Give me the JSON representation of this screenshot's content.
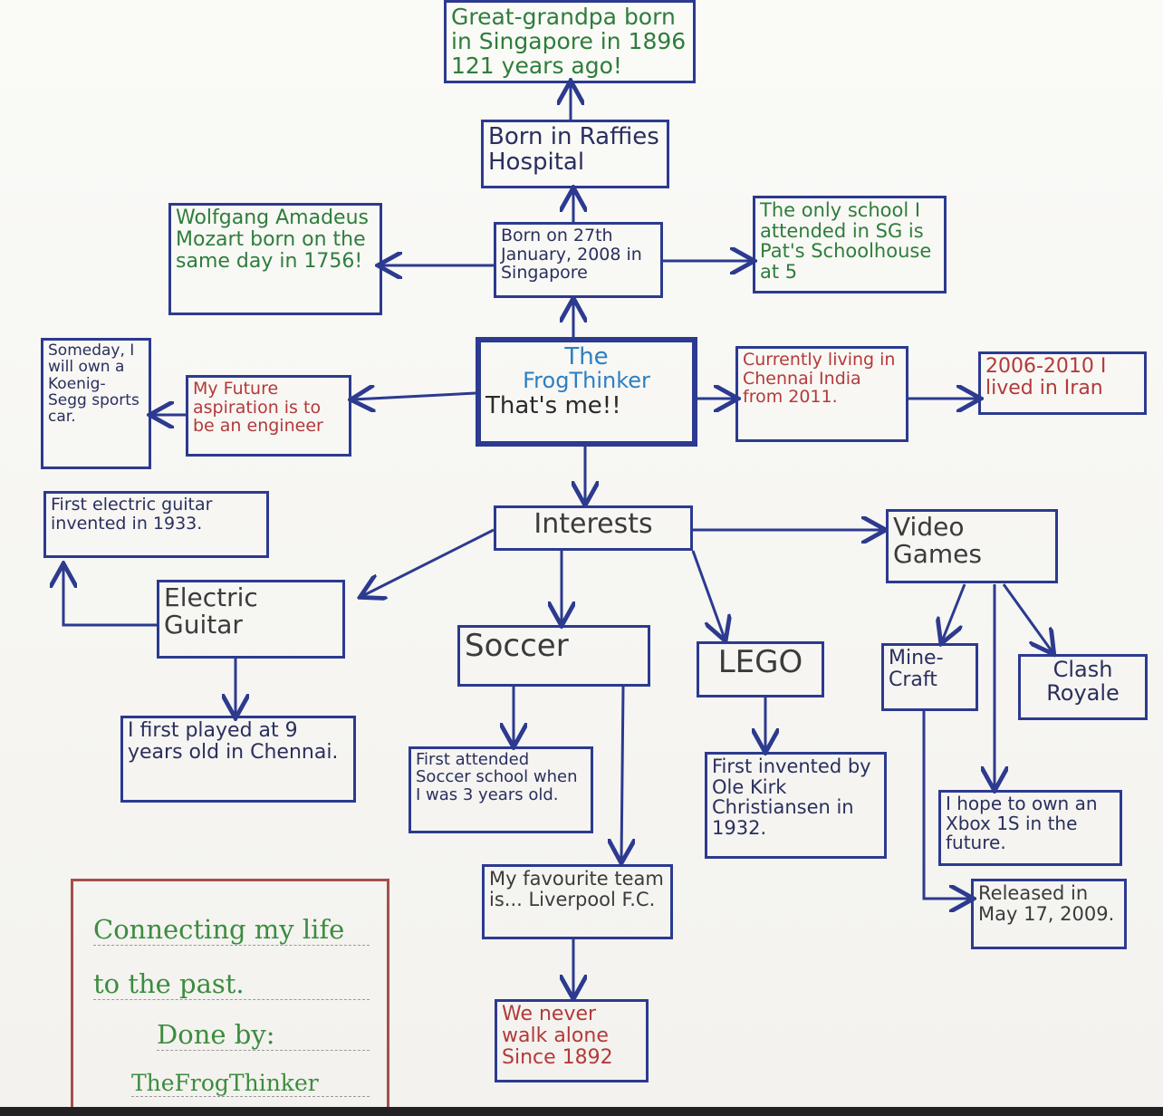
{
  "diagram": {
    "center": {
      "line1": "The",
      "line2": "FrogThinker",
      "line3": "That's me!!"
    },
    "nodes": {
      "great_grandpa": "Great-grandpa born in Singapore in 1896 121 years ago!",
      "raffles": "Born in Raffies Hospital",
      "birth": "Born on 27th January, 2008 in Singapore",
      "mozart": "Wolfgang Amadeus Mozart born on the same day in 1756!",
      "school": "The only school I attended in SG is Pat's Schoolhouse at 5",
      "aspiration": "My Future aspiration is to be an engineer",
      "someday": "Someday, I will own a Koenig-Segg sports car.",
      "chennai": "Currently living in Chennai India from 2011.",
      "iran": "2006-2010 I lived in Iran",
      "interests": "Interests",
      "electric_guitar": "Electric Guitar",
      "first_guitar": "First electric guitar invented in 1933.",
      "played_guitar": "I first played at 9 years old in Chennai.",
      "soccer": "Soccer",
      "soccer_school": "First attended Soccer school when I was 3 years old.",
      "favourite_team": "My favourite team is... Liverpool F.C.",
      "never_walk": "We never walk alone Since 1892",
      "lego": "LEGO",
      "lego_invented": "First invented by Ole Kirk Christiansen in 1932.",
      "video_games": "Video Games",
      "minecraft": "Mine-Craft",
      "clash": "Clash Royale",
      "xbox": "I hope to own an Xbox 1S in the future.",
      "released": "Released in May 17, 2009."
    }
  },
  "note": {
    "line1": "Connecting my life",
    "line2": "to the past.",
    "line3": "Done by:",
    "line4": "TheFrogThinker"
  },
  "colors": {
    "ink_blue": "#2c3a8f",
    "green": "#2f7d3c",
    "red": "#b33a3a",
    "light_blue": "#2d7fc1"
  }
}
